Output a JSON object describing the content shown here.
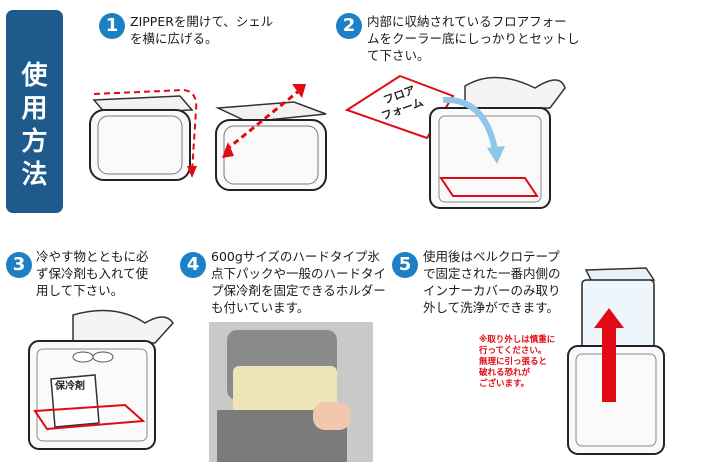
{
  "side_label": "使用方法",
  "steps": [
    {
      "num": "1",
      "lines": [
        "ZIPPERを開けて、シェル",
        "を横に広げる。"
      ]
    },
    {
      "num": "2",
      "lines": [
        "内部に収納されているフロアフォー",
        "ムをクーラー底にしっかりとセットし",
        "て下さい。"
      ]
    },
    {
      "num": "3",
      "lines": [
        "冷やす物とともに必",
        "ず保冷剤も入れて使",
        "用して下さい。"
      ]
    },
    {
      "num": "4",
      "lines": [
        "600gサイズのハードタイプ氷",
        "点下パックや一般のハードタイ",
        "プ保冷剤を固定できるホルダー",
        "も付いています。"
      ]
    },
    {
      "num": "5",
      "lines": [
        "使用後はベルクロテープ",
        "で固定された一番内側の",
        "インナーカバーのみ取り",
        "外して洗浄ができます。"
      ]
    }
  ],
  "illustrations": {
    "floor_foam_label": [
      "フロア",
      "フォーム"
    ],
    "ice_pack_label": "保冷剤"
  },
  "note_lines": [
    "※取り外しは慎重に",
    "行ってください。",
    "無理に引っ張ると",
    "破れる恐れが",
    "ございます。"
  ],
  "colors": {
    "tab": "#1f5a8c",
    "badge": "#1d7fc4",
    "accent_red": "#e10a14",
    "arrow_blue": "#8fc6ea"
  }
}
